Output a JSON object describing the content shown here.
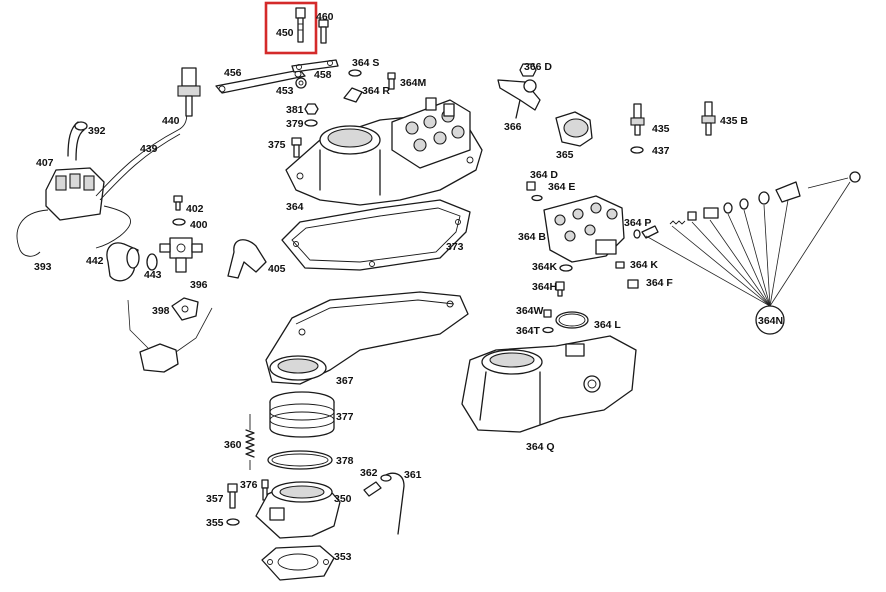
{
  "highlight": {
    "label": "450",
    "color": "#d42a2a"
  },
  "labels": {
    "l450": "450",
    "l460": "460",
    "l456": "456",
    "l458": "458",
    "l453": "453",
    "l364S": "364 S",
    "l364M": "364M",
    "l364R": "364 R",
    "l381": "381",
    "l379": "379",
    "l375": "375",
    "l364": "364",
    "l373": "373",
    "l366D": "366 D",
    "l366": "366",
    "l365": "365",
    "l435": "435",
    "l437": "437",
    "l435B": "435 B",
    "l364D": "364 D",
    "l364E": "364 E",
    "l364P": "364 P",
    "l364B": "364 B",
    "l364K1": "364K",
    "l364K2": "364 K",
    "l364F": "364 F",
    "l364H": "364H",
    "l364W": "364W",
    "l364T": "364T",
    "l364L": "364 L",
    "l364N": "364N",
    "l364Q": "364 Q",
    "l392": "392",
    "l407": "407",
    "l439": "439",
    "l440": "440",
    "l393": "393",
    "l402": "402",
    "l400": "400",
    "l442": "442",
    "l443": "443",
    "l396": "396",
    "l405": "405",
    "l398": "398",
    "l367": "367",
    "l377": "377",
    "l360": "360",
    "l378": "378",
    "l362": "362",
    "l361": "361",
    "l357": "357",
    "l376": "376",
    "l350": "350",
    "l355": "355",
    "l353": "353"
  }
}
